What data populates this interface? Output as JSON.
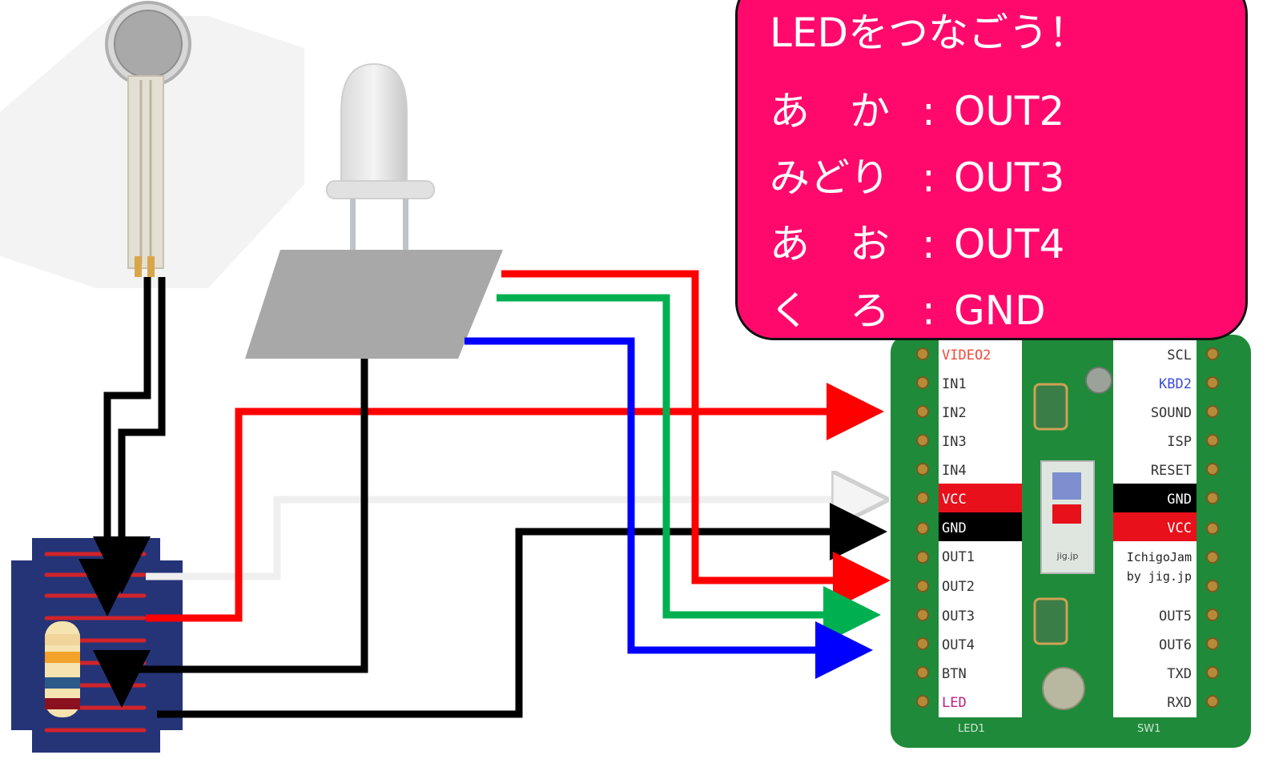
{
  "callout": {
    "title": "LEDをつなごう！",
    "rows": [
      {
        "color_name": "あ　か",
        "pin": "OUT2"
      },
      {
        "color_name": "みどり",
        "pin": "OUT3"
      },
      {
        "color_name": "あ　お",
        "pin": "OUT4"
      },
      {
        "color_name": "く　ろ",
        "pin": "GND"
      }
    ],
    "separator": ":"
  },
  "board": {
    "left_pins": [
      "VIDEO2",
      "IN1",
      "IN2",
      "IN3",
      "IN4",
      "VCC",
      "GND",
      "OUT1",
      "OUT2",
      "OUT3",
      "OUT4",
      "BTN",
      "LED"
    ],
    "right_pins": [
      "SCL",
      "KBD2",
      "SOUND",
      "ISP",
      "RESET",
      "GND",
      "VCC",
      "IchigoJam",
      "by jig.jp",
      "OUT5",
      "OUT6",
      "TXD",
      "RXD"
    ],
    "chip_label": "jig.jp",
    "bottom_labels": [
      "LED1",
      "SW1"
    ]
  },
  "colors": {
    "wire_red": "#ff0000",
    "wire_green": "#00b050",
    "wire_blue": "#0000ff",
    "wire_black": "#000000",
    "wire_white": "#f2f2f2",
    "callout_bg": "#ff0a6c",
    "pcb_green": "#1f8a3a",
    "breadboard": "#253477"
  }
}
